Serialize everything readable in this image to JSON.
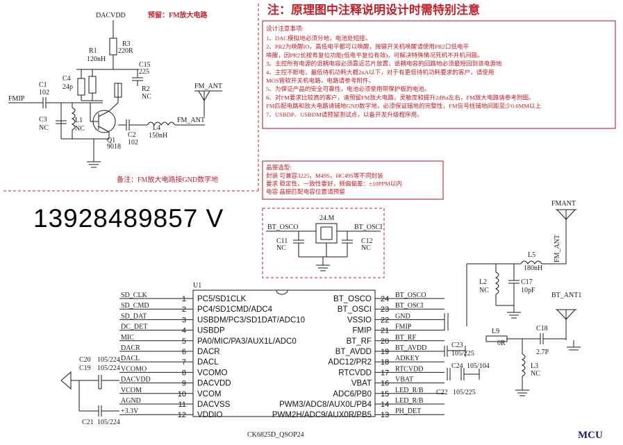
{
  "top_left": {
    "dacvdd": "DACVDD",
    "reserve_title": "预留：FM放大电路",
    "parts": {
      "r3": "R3",
      "r3_val": "220R",
      "r1": "R1",
      "r1_val": "120nH",
      "c15": "C15",
      "c15_val": "225",
      "r2": "R2",
      "r2_val": "NC",
      "c4": "C4",
      "c4_val": "24p",
      "c1": "C1",
      "c1_val": "102",
      "c3": "C3",
      "c3_val": "NC",
      "l1": "L1",
      "l1_val": "NC",
      "q1": "Q1",
      "q1_val": "9018",
      "c2": "C2",
      "c2_val": "102",
      "l4": "L4",
      "l4_val": "150nH"
    },
    "fmip": "FMIP",
    "fm_ant_top": "FM_ANT",
    "fm_ant_mid": "FM_ANT",
    "note": "备注：FM放大电路接GND数字地"
  },
  "notes_box": {
    "heading": "注：原理图中注释说明设计时需特别注意",
    "title": "设计注意事项:",
    "lines": [
      "1、DAC模拟地必须分地，电池处短接。",
      "2、PR2为唤醒IO，高低电平都可以唤醒，按键开关机唤醒请使用PR2口低电平",
      "    唤醒，因PR2长按有复位功能(低电平复位有效)，可解决特殊情况死机不开机问题。",
      "3、主控所有电源的退耦电容必须靠近芯片放置，退耦电容的回路地必须最短回到该电源地",
      "4、主控不断电，最低待机功耗大概2uA以下，对于有更低待机功耗要求的客户，请使用",
      "    MOS管软开关机电路，电路请参考附件。",
      "5、为保证产品的安全可靠性，电池必须使用带保护板的电池。",
      "6、对FM要求比较高的客户，请预留FM放大电路，灵敏度和提升2dBu左右，FM放大电路请参考附图。",
      "    FM匹配电路和放大电路请铺地GND数字地，必须保证铺地的完整性，FM信号线铺地间距至少0.6MM以上",
      "7、USBDP、USBDM请预留测试点，以备开发升级程序用。"
    ]
  },
  "crystal_box": {
    "title": "晶振选型:",
    "lines": [
      "封装  可兼容3225，M49S，HC49S等不同封装",
      "要求  稳定性、一致性要好，频偏偏差：±10PPM以内",
      "电容  晶振匹配电容位置请预留"
    ]
  },
  "phone": "13928489857 V",
  "crystal": {
    "freq": "24.M",
    "bt_osco": "BT_OSCO",
    "bt_osci": "BT_OSCI",
    "c11": "C11",
    "c11_val": "NC",
    "c12": "C12",
    "c12_val": "NC"
  },
  "fm_right": {
    "fmant": "FMANT",
    "fm_ant": "FM_ANT",
    "l5": "L5",
    "l5_val": "180nH",
    "l2": "L2",
    "l2_val": "NC",
    "c17": "C17",
    "c17_val": "10pF",
    "bt_ant1": "BT_ANT1",
    "l9": "L9",
    "l9_val": "0R",
    "c18": "C18",
    "c18_val": "2.7P",
    "l3": "L3",
    "l3_val": "NC"
  },
  "chip": {
    "ref": "U1",
    "name": "CK6825D_QSOP24",
    "left_pins": [
      {
        "num": "1",
        "name": "PC5/SD1CLK",
        "net": "SD_CLK"
      },
      {
        "num": "2",
        "name": "PC4/SD1CMD/ADC4",
        "net": "SD_CMD"
      },
      {
        "num": "3",
        "name": "USBDM/PC3/SD1DAT/ADC10",
        "net": "SD_DAT"
      },
      {
        "num": "4",
        "name": "USBDP",
        "net": "DC_DET"
      },
      {
        "num": "5",
        "name": "PA0/MIC/PA3/AUX1L/ADC0",
        "net": "MIC"
      },
      {
        "num": "6",
        "name": "DACR",
        "net": "DACR"
      },
      {
        "num": "7",
        "name": "DACL",
        "net": "DACL"
      },
      {
        "num": "8",
        "name": "VCOMO",
        "net": "VCOMO"
      },
      {
        "num": "9",
        "name": "DACVDD",
        "net": "DACVDD"
      },
      {
        "num": "10",
        "name": "VCOM",
        "net": "VCOM"
      },
      {
        "num": "11",
        "name": "DACVSS",
        "net": "AGND"
      },
      {
        "num": "12",
        "name": "VDDIO",
        "net": "+3.3V"
      }
    ],
    "right_pins": [
      {
        "num": "24",
        "name": "BT_OSCO",
        "net": "BT_OSCO"
      },
      {
        "num": "23",
        "name": "BT_OSCI",
        "net": "BT_OSCI"
      },
      {
        "num": "22",
        "name": "VSSIO",
        "net": "GND"
      },
      {
        "num": "21",
        "name": "FMIP",
        "net": "FMIP"
      },
      {
        "num": "20",
        "name": "BT_RF",
        "net": "BT_RF"
      },
      {
        "num": "19",
        "name": "BT_AVDD",
        "net": "BT_AVDD"
      },
      {
        "num": "18",
        "name": "ADC12/PR2",
        "net": "ADKEY"
      },
      {
        "num": "17",
        "name": "RTCVDD",
        "net": "RTCVDD"
      },
      {
        "num": "16",
        "name": "VBAT",
        "net": "VBAT"
      },
      {
        "num": "15",
        "name": "ADC6/PB0",
        "net": "LED_R/B"
      },
      {
        "num": "14",
        "name": "PWM3/ADC8/AUX0L/PB4",
        "net": "LED_R/B"
      },
      {
        "num": "13",
        "name": "PWM2H/ADC9/AUX0R/PB5",
        "net": "PH_DET"
      }
    ],
    "caps": {
      "c20": "C20",
      "c20_val": "105/224",
      "c19": "C19",
      "c19_val": "105/224",
      "c21": "C21",
      "c21_val": "105/224",
      "c23": "C23",
      "c23_val": "105/225",
      "c24": "C24",
      "c24_val": "105/104",
      "c22": "C22",
      "c22_val": "105/225"
    }
  },
  "mcu_label": "MCU"
}
